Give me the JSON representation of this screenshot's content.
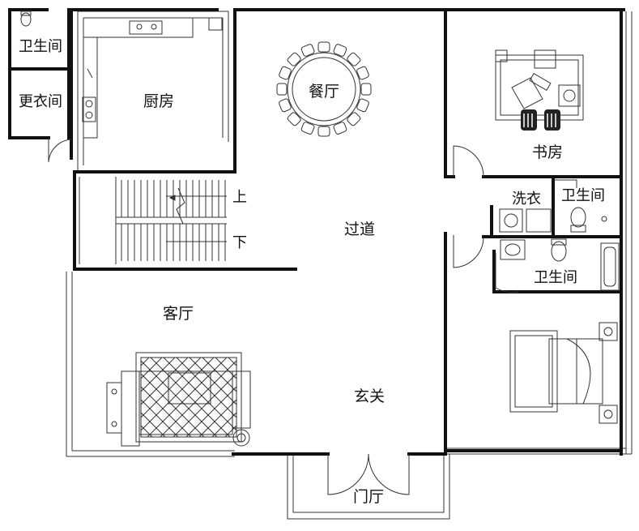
{
  "rooms": {
    "bathroom_top_left": "卫生间",
    "dressing_room": "更衣间",
    "kitchen": "厨房",
    "dining_room": "餐厅",
    "study": "书房",
    "laundry": "洗衣",
    "bathroom_middle": "卫生间",
    "bathroom_lower": "卫生间",
    "corridor": "过道",
    "living_room": "客厅",
    "entrance_hall": "玄关",
    "front_porch": "门厅"
  },
  "stairs": {
    "up_label": "上",
    "down_label": "下"
  },
  "colors": {
    "wall": "#111111",
    "thin_line": "#333333",
    "background": "#ffffff",
    "furniture_dark": "#222222"
  }
}
